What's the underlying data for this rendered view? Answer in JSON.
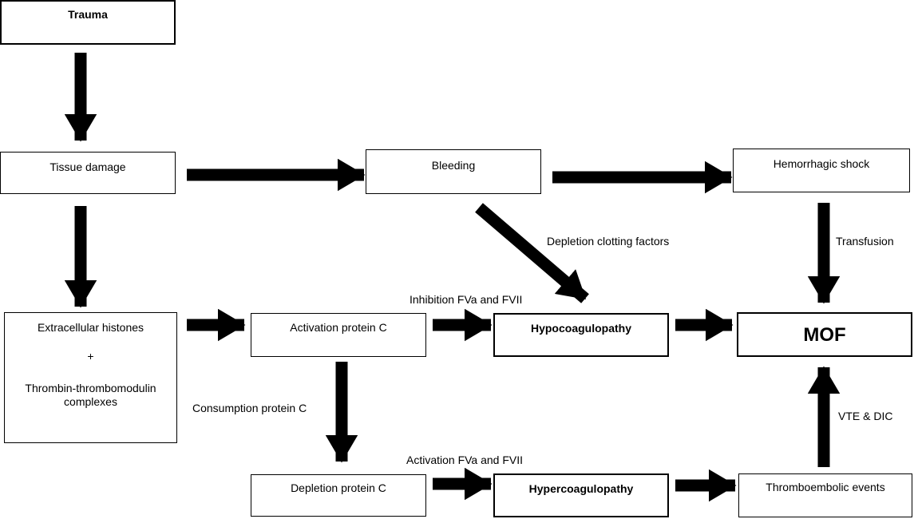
{
  "nodes": {
    "trauma": "Trauma",
    "tissue_damage": "Tissue damage",
    "bleeding": "Bleeding",
    "hemorrhagic_shock": "Hemorrhagic shock",
    "extracellular_line1": "Extracellular histones",
    "extracellular_plus": "+",
    "extracellular_line2": "Thrombin-thrombomodulin",
    "extracellular_line3": "complexes",
    "activation_protein_c": "Activation protein C",
    "hypocoagulopathy": "Hypocoagulopathy",
    "mof": "MOF",
    "depletion_protein_c": "Depletion protein C",
    "hypercoagulopathy": "Hypercoagulopathy",
    "thromboembolic_events": "Thromboembolic events"
  },
  "edge_labels": {
    "depletion_clotting_factors": "Depletion clotting factors",
    "transfusion": "Transfusion",
    "inhibition_fva_fvii": "Inhibition FVa and FVII",
    "consumption_protein_c": "Consumption protein C",
    "activation_fva_fvii": "Activation FVa and FVII",
    "vte_dic": "VTE & DIC"
  },
  "colors": {
    "stroke": "#000000",
    "background": "#ffffff"
  }
}
